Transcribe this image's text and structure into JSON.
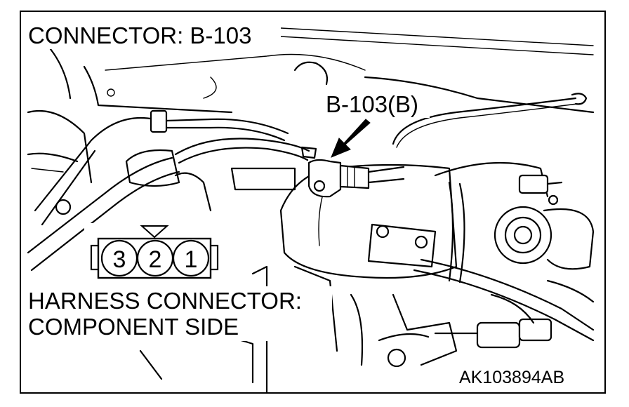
{
  "title_label": "CONNECTOR: B-103",
  "callout_label": "B-103(B)",
  "harness_label_line1": "HARNESS CONNECTOR:",
  "harness_label_line2": "COMPONENT SIDE",
  "figure_code": "AK103894AB",
  "connector_pins": [
    "3",
    "2",
    "1"
  ]
}
